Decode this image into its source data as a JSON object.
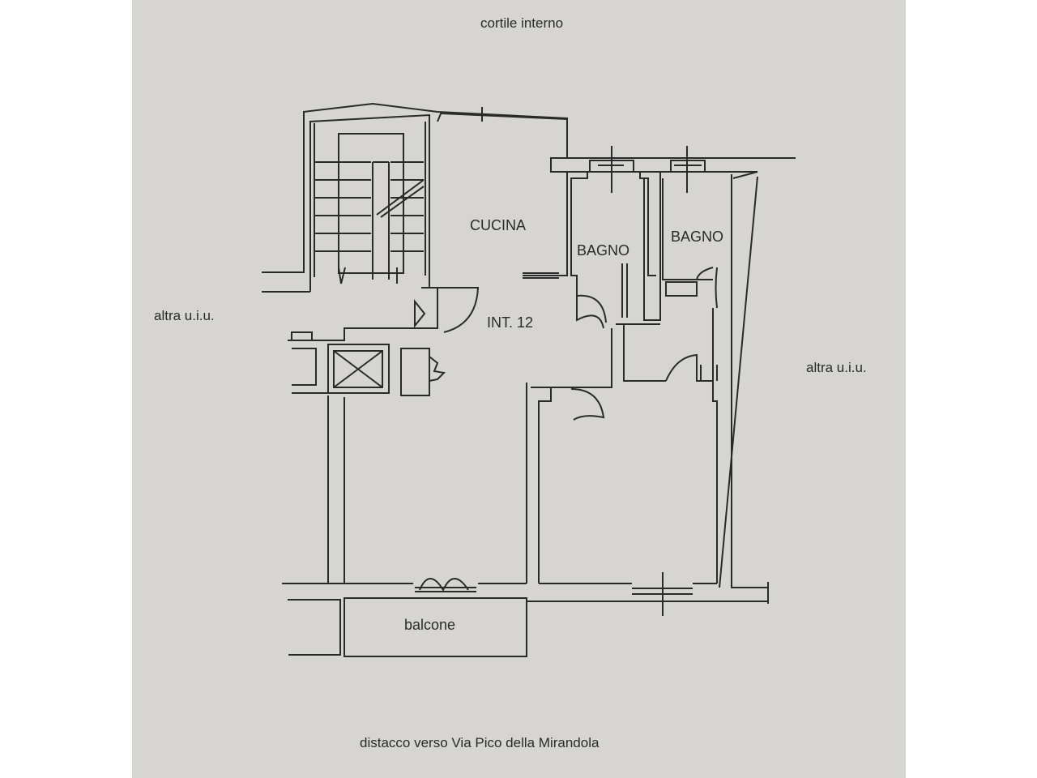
{
  "labels": {
    "top": "cortile interno",
    "left": "altra u.i.u.",
    "right": "altra u.i.u.",
    "bottom": "distacco verso Via Pico della Mirandola",
    "kitchen": "CUCINA",
    "bath1": "BAGNO",
    "bath2": "BAGNO",
    "unit": "INT. 12",
    "balcony": "balcone"
  },
  "colors": {
    "paper": "#d6d5d2",
    "ink": "#2a2a2a"
  }
}
